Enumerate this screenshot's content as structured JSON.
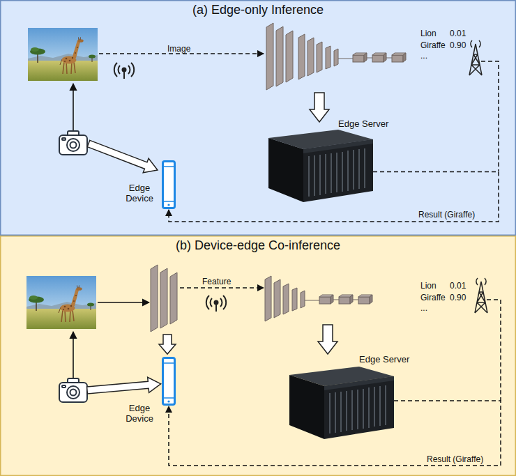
{
  "diagram": {
    "nodes": [
      {
        "text": [
          "(a) Edge-only Inference"
        ]
      },
      {
        "text": [
          "Edge Server"
        ],
        "in": 0
      },
      {
        "text": [
          "Edge Device"
        ],
        "in": 0
      },
      {
        "text": [
          "(b) Device-edge Co-inference"
        ]
      },
      {
        "text": [
          "Edge Server"
        ],
        "in": 3
      },
      {
        "text": [
          "Edge Device"
        ],
        "in": 3
      }
    ],
    "edges": [
      {
        "from": 1,
        "to": 2,
        "arrow": "to",
        "label": "Result (Giraffe)"
      },
      {
        "from": 4,
        "to": 5,
        "arrow": "to",
        "label": "Result (Giraffe)"
      }
    ],
    "labels": [
      "Image",
      "Lion",
      "0.01",
      "Giraffe",
      "0.90",
      "...",
      "Feature",
      "Lion",
      "0.01",
      "Giraffe",
      "0.90",
      "..."
    ]
  }
}
